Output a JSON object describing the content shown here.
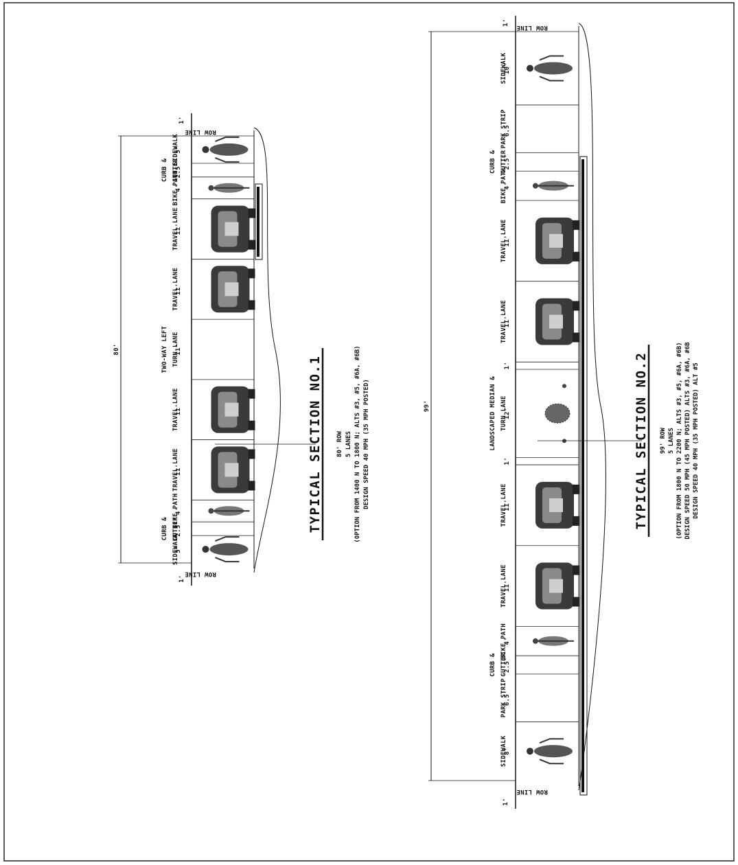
{
  "sections": [
    {
      "id": "s1",
      "title": "TYPICAL SECTION NO.1",
      "subtitle_lines": [
        "80' ROW",
        "5 LANES",
        "(OPTION FROM 1400 N TO 1800 N; ALTS #3, #5, #6A, #6B)",
        "DESIGN SPEED 40 MPH (35 MPH POSTED)"
      ],
      "total_width": "80'",
      "edge_offset": "1'",
      "row_line": "ROW LINE",
      "zones": [
        {
          "name": "SIDEWALK",
          "width": "5'",
          "icon": "pedestrian"
        },
        {
          "name": "CURB & GUTTER",
          "width": "2.5'",
          "icon": ""
        },
        {
          "name": "BIKE PATH",
          "width": "4'",
          "icon": "bicyclist"
        },
        {
          "name": "TRAVEL LANE",
          "width": "11'",
          "icon": "car"
        },
        {
          "name": "TRAVEL LANE",
          "width": "11'",
          "icon": "car"
        },
        {
          "name": "TWO-WAY LEFT TURN LANE",
          "width": "11'",
          "icon": ""
        },
        {
          "name": "TRAVEL LANE",
          "width": "11'",
          "icon": "car"
        },
        {
          "name": "TRAVEL LANE",
          "width": "11'",
          "icon": "car"
        },
        {
          "name": "BIKE PATH",
          "width": "4'",
          "icon": "bicyclist"
        },
        {
          "name": "CURB & GUTTER",
          "width": "2.5'",
          "icon": ""
        },
        {
          "name": "SIDEWALK",
          "width": "5'",
          "icon": "pedestrian"
        }
      ]
    },
    {
      "id": "s2",
      "title": "TYPICAL SECTION NO.2",
      "subtitle_lines": [
        "99' ROW",
        "5 LANES",
        "(OPTION FROM 1800 N TO 2200 N; ALTS #3, #5, #6A, #6B)",
        "DESIGN SPEED 50 MPH (45 MPH POSTED) ALTS #3, #6A, #6B",
        "DESIGN SPEED 40 MPH (35 MPH POSTED) ALT #5"
      ],
      "total_width": "99'",
      "edge_offset": "1'",
      "row_line": "ROW LINE",
      "zones": [
        {
          "name": "SIDEWALK",
          "width": "8'",
          "icon": "pedestrian"
        },
        {
          "name": "PARK STRIP",
          "width": "6.5'",
          "icon": ""
        },
        {
          "name": "CURB & GUTTER",
          "width": "2.5'",
          "icon": ""
        },
        {
          "name": "BIKE PATH",
          "width": "4'",
          "icon": "bicyclist"
        },
        {
          "name": "TRAVEL LANE",
          "width": "11'",
          "icon": "car"
        },
        {
          "name": "TRAVEL LANE",
          "width": "11'",
          "icon": "car"
        },
        {
          "name": "",
          "width": "1'",
          "icon": ""
        },
        {
          "name": "LANDSCAPED MEDIAN & TURN LANE",
          "width": "12'",
          "icon": "tree"
        },
        {
          "name": "",
          "width": "1'",
          "icon": ""
        },
        {
          "name": "TRAVEL LANE",
          "width": "11'",
          "icon": "car"
        },
        {
          "name": "TRAVEL LANE",
          "width": "11'",
          "icon": "car"
        },
        {
          "name": "BIKE PATH",
          "width": "4'",
          "icon": "bicyclist"
        },
        {
          "name": "CURB & GUTTER",
          "width": "2.5'",
          "icon": ""
        },
        {
          "name": "PARK STRIP",
          "width": "6.5'",
          "icon": ""
        },
        {
          "name": "SIDEWALK",
          "width": "10'",
          "icon": "pedestrian"
        }
      ]
    }
  ]
}
